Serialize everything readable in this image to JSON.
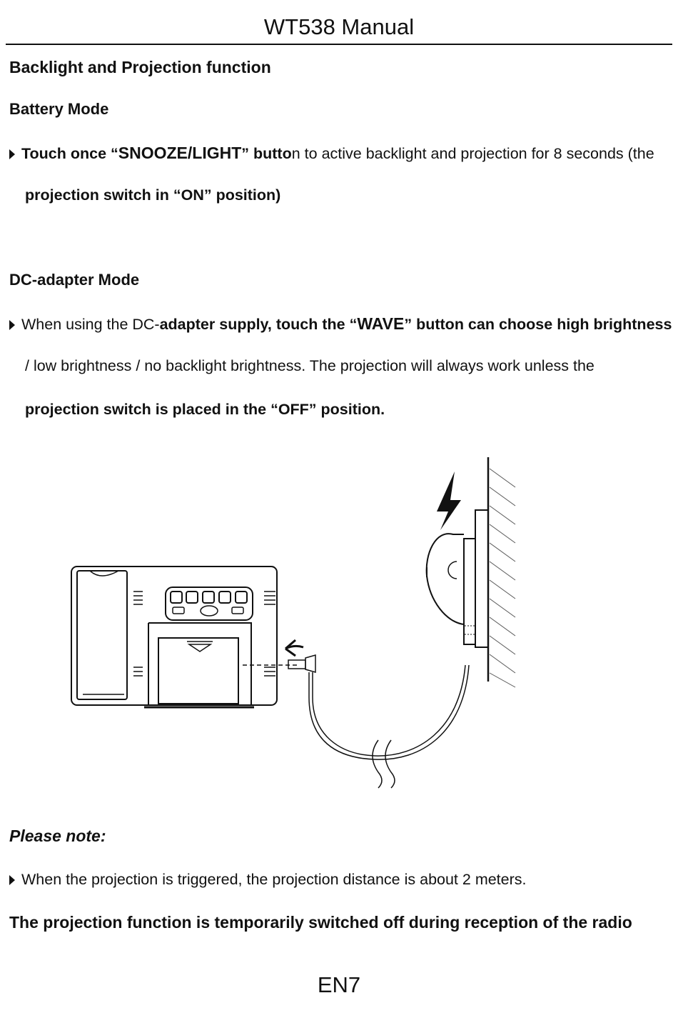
{
  "header": {
    "title": "WT538 Manual"
  },
  "section": {
    "title": "Backlight and Projection function"
  },
  "battery": {
    "title": "Battery Mode",
    "line1_a": "Touch once “",
    "line1_key": "SNOOZE/LIGHT",
    "line1_b": "” butto",
    "line1_c": "n to active backlight and projection for 8 seconds (the",
    "line2": "projection switch in “ON” position)"
  },
  "dc": {
    "title": "DC-adapter Mode",
    "line1_a": "When using the DC-",
    "line1_b": "adapter supply, touch the “",
    "line1_key": "WAVE",
    "line1_c": "” button can choose high brightness",
    "line2": "/ low brightness / no backlight brightness. The projection will always work unless the",
    "line3": "projection switch is placed in the “OFF” position."
  },
  "note": {
    "title": "Please note:",
    "line1": "When the projection is triggered, the projection distance is about 2 meters.",
    "line2": "The projection function is temporarily switched off during reception of the radio"
  },
  "footer": {
    "page": "EN7"
  }
}
